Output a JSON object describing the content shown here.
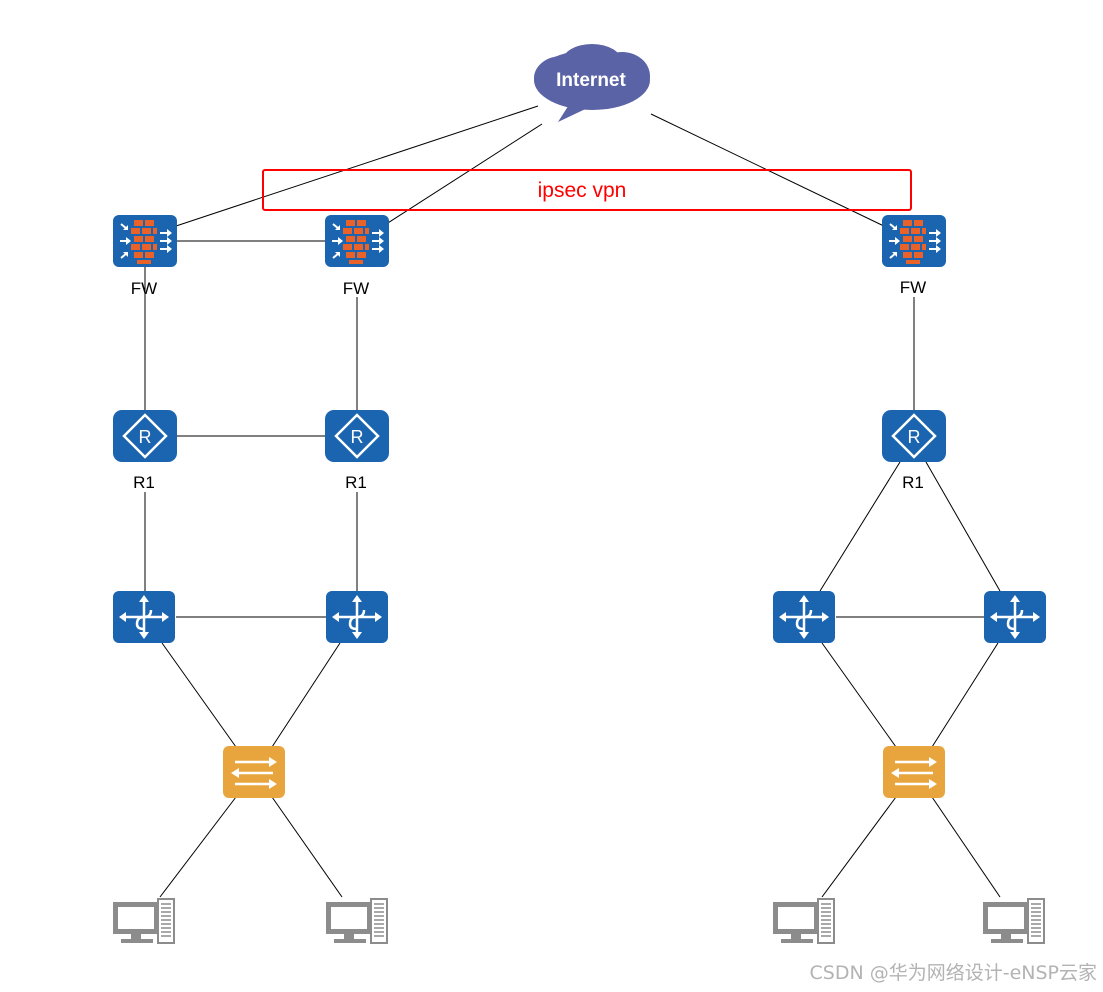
{
  "diagram": {
    "internet_label": "Internet",
    "vpn_label": "ipsec vpn",
    "colors": {
      "device_blue": "#1a64b0",
      "switch_orange": "#e9a53d",
      "brick_orange": "#e8622a",
      "cloud_purple": "#5a63a5",
      "vpn_red": "#ff0000",
      "pc_gray": "#8c8c8c"
    },
    "firewalls": [
      {
        "label": "FW",
        "icon": "firewall-icon"
      },
      {
        "label": "FW",
        "icon": "firewall-icon"
      },
      {
        "label": "FW",
        "icon": "firewall-icon"
      }
    ],
    "routers": [
      {
        "label": "R1",
        "icon": "router-icon"
      },
      {
        "label": "R1",
        "icon": "router-icon"
      },
      {
        "label": "R1",
        "icon": "router-icon"
      }
    ],
    "core_switches": [
      {
        "icon": "l3-switch-icon"
      },
      {
        "icon": "l3-switch-icon"
      },
      {
        "icon": "l3-switch-icon"
      },
      {
        "icon": "l3-switch-icon"
      }
    ],
    "access_switches": [
      {
        "icon": "l2-switch-icon"
      },
      {
        "icon": "l2-switch-icon"
      }
    ],
    "pcs": [
      {
        "icon": "pc-icon"
      },
      {
        "icon": "pc-icon"
      },
      {
        "icon": "pc-icon"
      },
      {
        "icon": "pc-icon"
      }
    ]
  },
  "watermark": "CSDN @华为网络设计-eNSP云家"
}
